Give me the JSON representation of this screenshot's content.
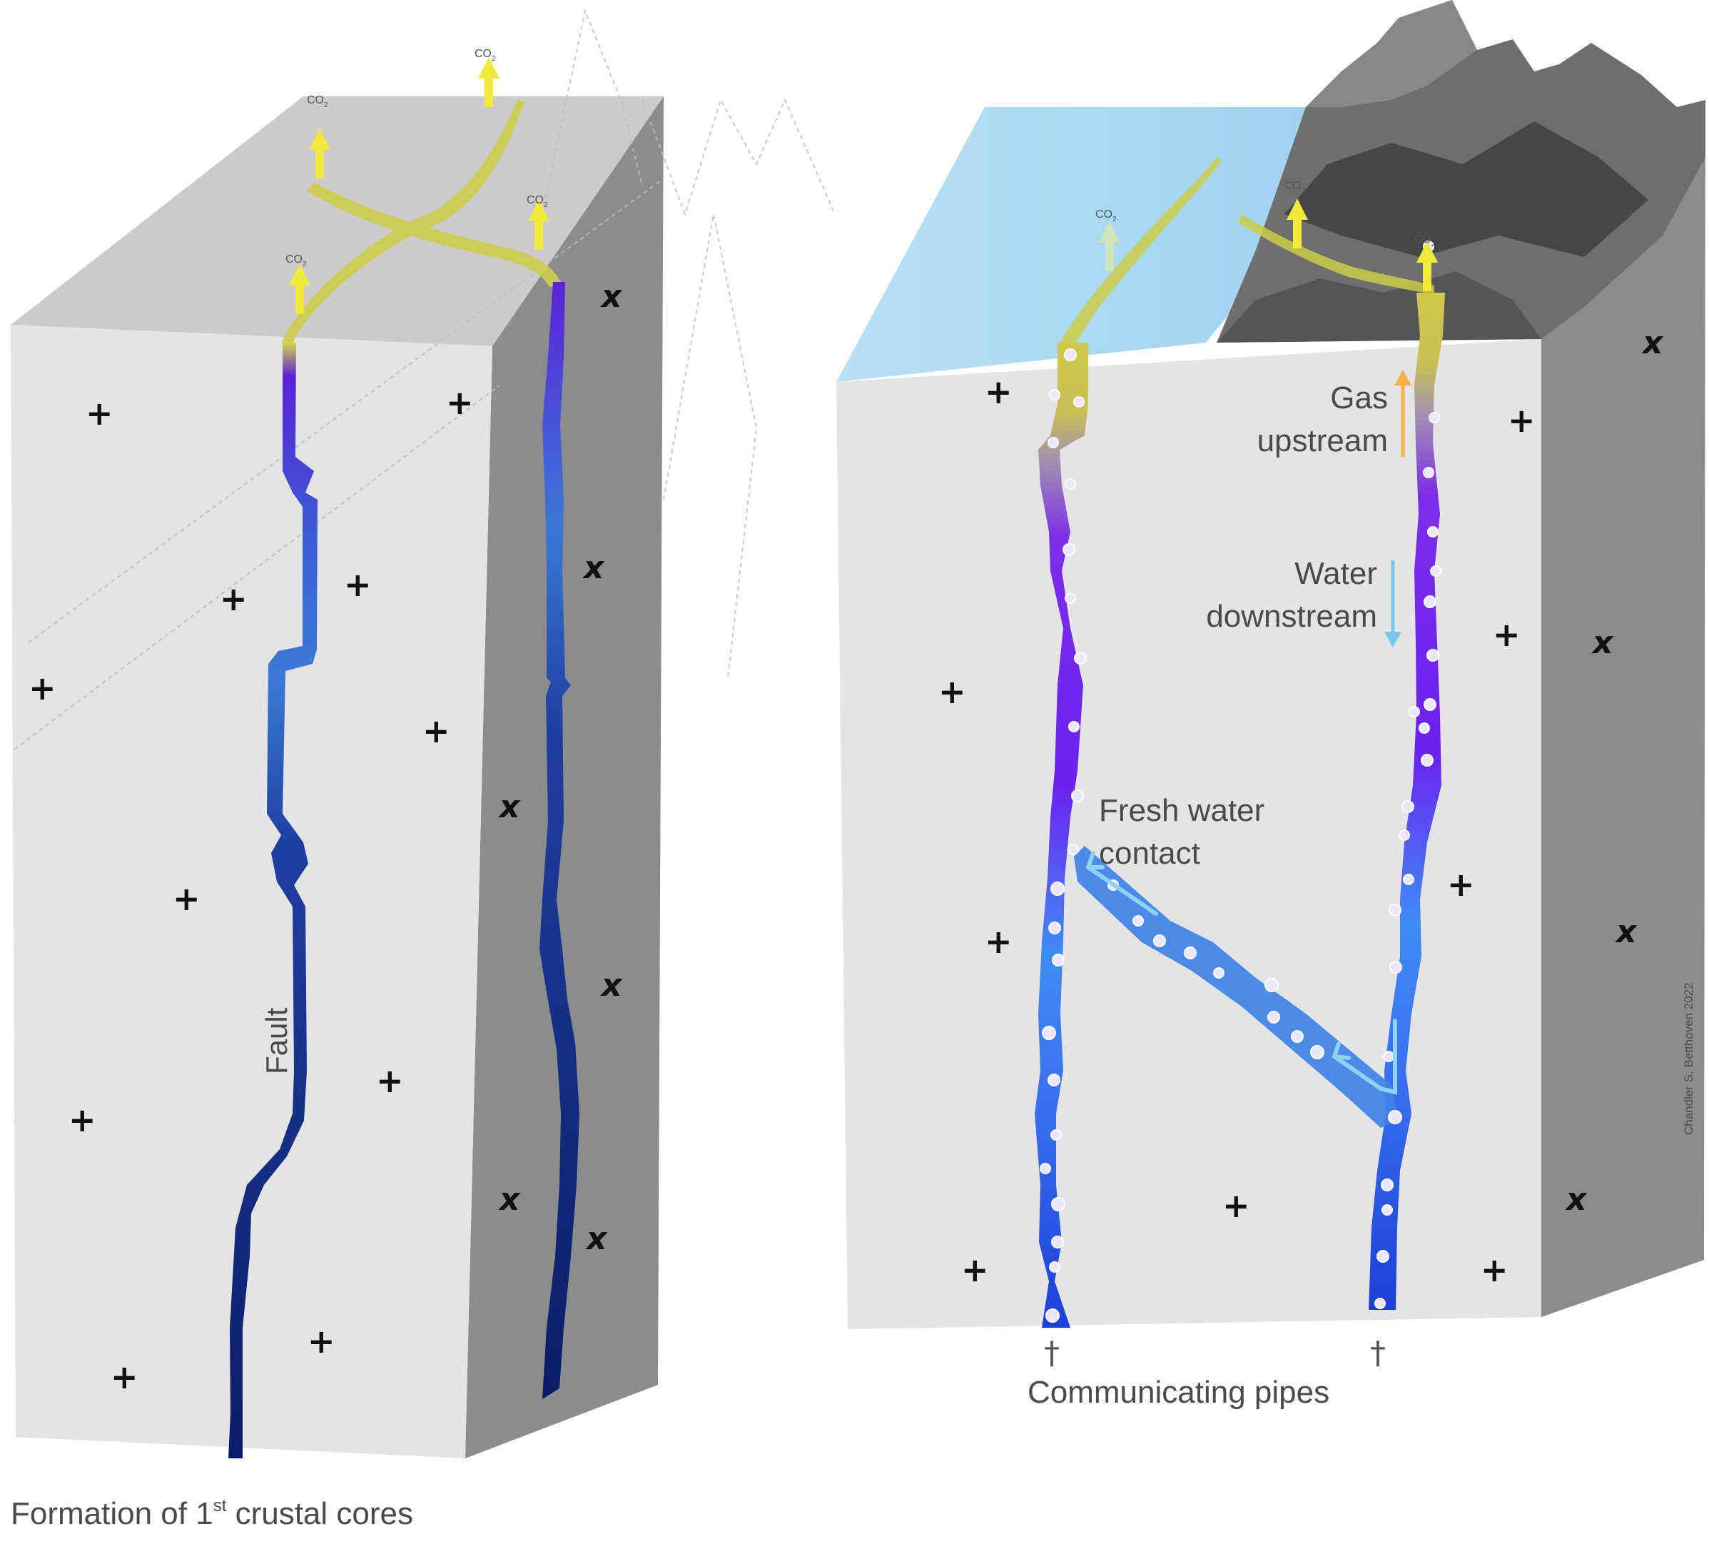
{
  "labels": {
    "fault": "Fault",
    "formation": "Formation of 1st crustal cores",
    "formation_main": "Formation of 1",
    "formation_sup": "st",
    "formation_rest": " crustal cores",
    "gas_line1": "Gas",
    "gas_line2": "upstream",
    "water_line1": "Water",
    "water_line2": "downstream",
    "fresh_line1": "Fresh water",
    "fresh_line2": "contact",
    "pipes": "Communicating pipes",
    "copyright": "Chandler S. Betthoven 2022"
  },
  "gas": {
    "co2": "CO2",
    "co2_main": "CO",
    "co2_sub": "2"
  },
  "icons": {
    "plus": "+",
    "cross": "x",
    "pipe_arrow": "†"
  },
  "colors": {
    "block_front": "#e4e4e4",
    "block_top": "#cbcbcb",
    "block_side": "#8a8a8a",
    "gas_yellow": "#cfcf4a",
    "fault_dark": "#0a1f6e",
    "fault_violet": "#6a1fe0",
    "water_lightblue": "#a8dcf4",
    "arrow_orange": "#f5b04a",
    "arrow_blue": "#7cc6ee",
    "mountain": "#5a5a5a"
  }
}
